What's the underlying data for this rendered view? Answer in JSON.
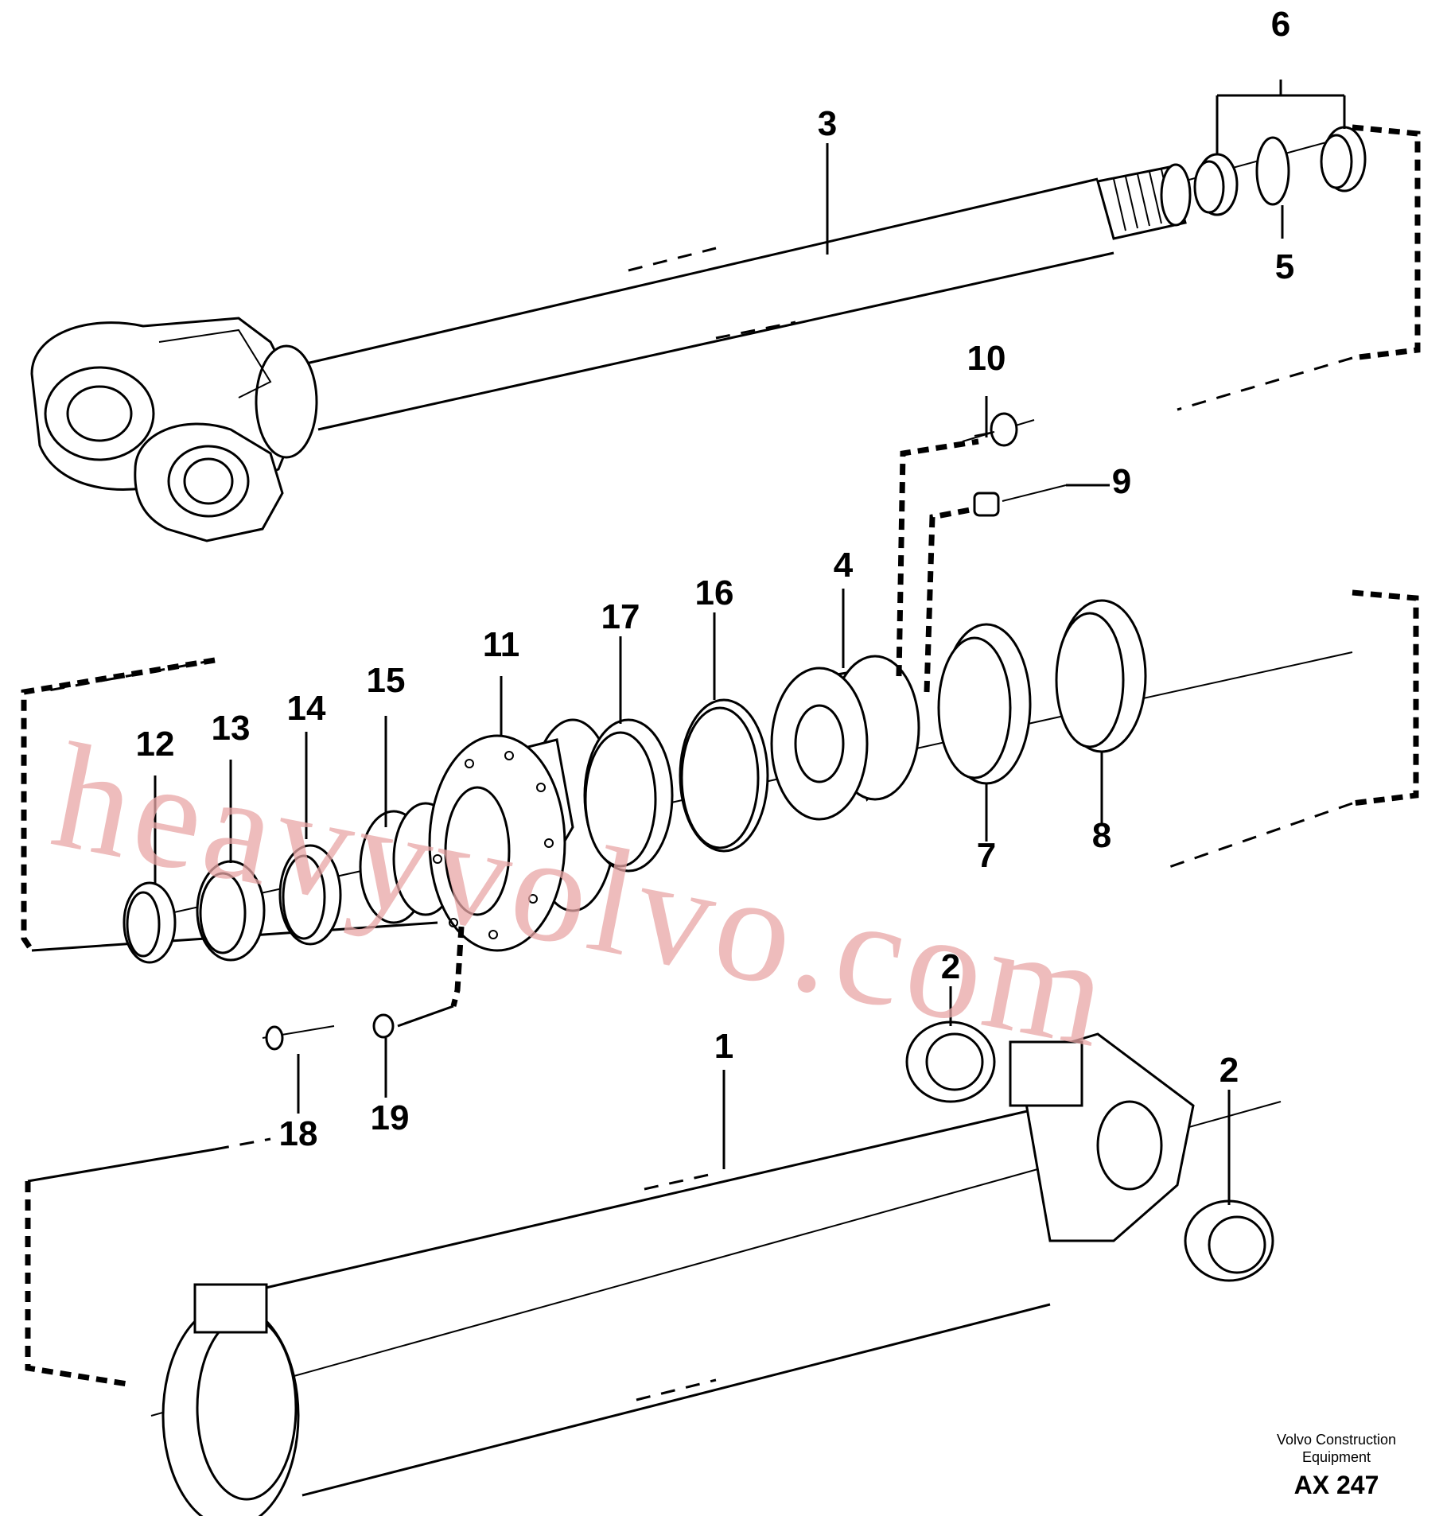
{
  "callouts": {
    "c1": "1",
    "c2a": "2",
    "c2b": "2",
    "c3": "3",
    "c4": "4",
    "c5": "5",
    "c6": "6",
    "c7": "7",
    "c8": "8",
    "c9": "9",
    "c10": "10",
    "c11": "11",
    "c12": "12",
    "c13": "13",
    "c14": "14",
    "c15": "15",
    "c16": "16",
    "c17": "17",
    "c18": "18",
    "c19": "19"
  },
  "watermark": "heavyvolvo.com",
  "footer": {
    "line1": "Volvo Construction",
    "line2": "Equipment",
    "code": "AX 247"
  }
}
